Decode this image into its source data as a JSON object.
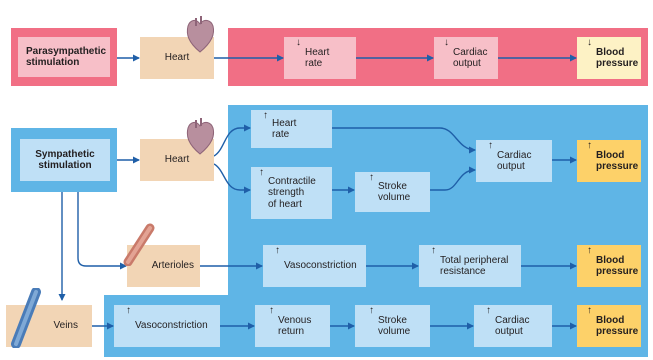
{
  "para": {
    "source": "Parasympathetic\nstimulation",
    "heart": "Heart",
    "rate": "Heart\nrate",
    "output": "Cardiac\noutput",
    "bp": "Blood\npressure"
  },
  "symp": {
    "source": "Sympathetic\nstimulation",
    "heart": "Heart",
    "rate": "Heart\nrate",
    "contractile": "Contractile\nstrength\nof heart",
    "stroke": "Stroke\nvolume",
    "output": "Cardiac\noutput",
    "bp": "Blood\npressure"
  },
  "arterioles": {
    "label": "Arterioles",
    "vaso": "Vasoconstriction",
    "tpr": "Total peripheral\nresistance",
    "bp": "Blood\npressure"
  },
  "veins": {
    "label": "Veins",
    "vaso": "Vasoconstriction",
    "venous": "Venous\nreturn",
    "stroke": "Stroke\nvolume",
    "output": "Cardiac\noutput",
    "bp": "Blood\npressure"
  },
  "symbols": {
    "increase": "↑",
    "decrease": "↓"
  },
  "icons": {
    "heart": "heart-icon",
    "arteriole": "arteriole-icon",
    "vein": "vein-icon"
  },
  "colors": {
    "parasympathetic": "#f16f85",
    "sympathetic": "#5fb5e6",
    "blood_pressure_down": "#fdf2c5",
    "blood_pressure_up": "#fdd169",
    "arrow": "#1f5fa8"
  }
}
